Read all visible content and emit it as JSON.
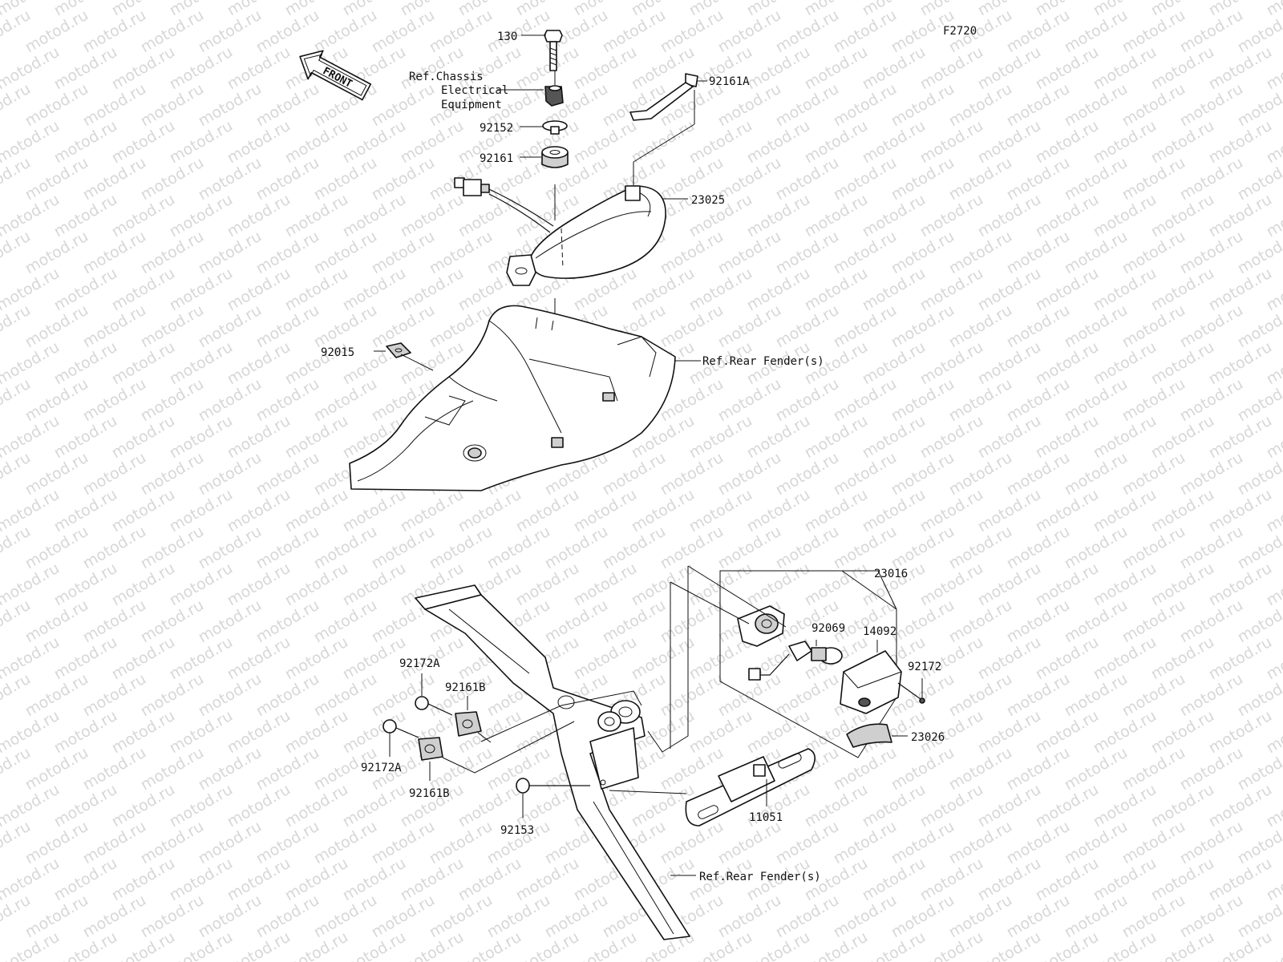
{
  "figure_code": "F2720",
  "front_arrow": {
    "label": "FRONT",
    "icon": "front-direction-arrow-icon"
  },
  "watermark": "motod.ru",
  "callouts": {
    "p130": "130",
    "ref_chassis": [
      "Ref.Chassis",
      "Electrical",
      "Equipment"
    ],
    "p92161A": "92161A",
    "p92152": "92152",
    "p92161": "92161",
    "p23025": "23025",
    "p92015": "92015",
    "ref_rear_fender_top": "Ref.Rear Fender(s)",
    "p23016": "23016",
    "p92069": "92069",
    "p14092": "14092",
    "p92172": "92172",
    "p92172A_top": "92172A",
    "p92161B_top": "92161B",
    "p92172A_bottom": "92172A",
    "p92161B_bottom": "92161B",
    "p23026": "23026",
    "p92153": "92153",
    "p11051": "11051",
    "ref_rear_fender_bottom": "Ref.Rear Fender(s)"
  }
}
